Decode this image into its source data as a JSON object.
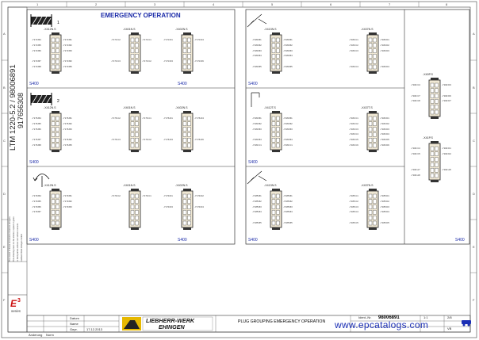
{
  "column_numbers": [
    "1",
    "2",
    "3",
    "4",
    "5",
    "6",
    "7",
    "8"
  ],
  "row_letters": [
    "A",
    "B",
    "C",
    "D",
    "E",
    "F"
  ],
  "drawing_number": "LTM 1220-5.2 / 98006891",
  "sub_number": "917656308",
  "title": "EMERGENCY OPERATION",
  "section_numbers": [
    "1",
    "2"
  ],
  "section_label": "S400",
  "connectors": {
    "p1a": {
      "id": "-X412N.S",
      "left": [
        "-Y173.B4",
        "-Y173.B5",
        "-Y173.B6",
        "",
        "-Y173.B7",
        "-Y173.B8"
      ],
      "right": [
        "-Y173.B1",
        "-Y173.B2",
        "-Y173.B3",
        "",
        "-Y173.B2",
        "-Y173.B5"
      ]
    },
    "p1b": {
      "id": "-X401N.S",
      "left": [
        "-Y173.C2",
        "",
        "",
        "",
        "-Y173.C3",
        ""
      ],
      "right": [
        "-Y173.C1",
        "",
        "",
        "",
        "-Y173.C2",
        ""
      ]
    },
    "p1c": {
      "id": "-X402N.S",
      "left": [
        "-Y173.D1",
        "",
        "",
        "",
        "-Y173.D3",
        ""
      ],
      "right": [
        "-Y173.D4",
        "",
        "",
        "",
        "-Y173.D6",
        ""
      ]
    },
    "p2a": {
      "id": "-X412N.S",
      "left": [
        "-Y176.B4",
        "-Y176.B5",
        "-Y176.B6",
        "",
        "-Y176.B7",
        "-Y176.B8"
      ],
      "right": [
        "-Y176.B1",
        "-Y176.B2",
        "-Y176.B3",
        "",
        "-Y176.B2",
        "-Y176.B5"
      ]
    },
    "p2b": {
      "id": "-X401N.S",
      "left": [
        "-Y176.C2",
        "",
        "",
        "",
        "-Y176.C3",
        ""
      ],
      "right": [
        "-Y176.C1",
        "",
        "",
        "",
        "-Y176.C2",
        ""
      ]
    },
    "p2c": {
      "id": "-X402N.S",
      "left": [
        "-Y176.D1",
        "",
        "",
        "",
        "-Y176.D3",
        ""
      ],
      "right": [
        "-Y176.D4",
        "",
        "",
        "",
        "-Y176.D6",
        ""
      ]
    },
    "p3a": {
      "id": "-X412N.S",
      "left": [
        "-Y179.B4",
        "-Y179.B5",
        "-Y179.B6",
        "-Y179.B7",
        "",
        ""
      ],
      "right": [
        "-Y179.B1",
        "-Y179.B2",
        "-Y179.B3",
        "",
        "",
        ""
      ]
    },
    "p3b": {
      "id": "-X401N.S",
      "left": [
        "-Y179.C2",
        "",
        "",
        "",
        "",
        ""
      ],
      "right": [
        "-Y179.C1",
        "",
        "",
        "",
        "",
        ""
      ]
    },
    "p3c": {
      "id": "-X402N.S",
      "left": [
        "-Y179.D1",
        "",
        "-Y179.D3",
        "",
        "",
        ""
      ],
      "right": [
        "-Y179.D2",
        "",
        "-Y179.D4",
        "",
        "",
        ""
      ]
    },
    "q1a": {
      "id": "-X413N.S",
      "left": [
        "-Y180.B1",
        "-Y180.B2",
        "-Y180.B3",
        "-Y180.B4",
        "",
        "-Y180.B5"
      ],
      "right": [
        "-Y180.B1",
        "-Y180.B2",
        "-Y180.B3",
        "-Y180.B4",
        "",
        "-Y180.B5"
      ]
    },
    "q1b": {
      "id": "-X437N.S",
      "left": [
        "-Y180.C1",
        "-Y180.C2",
        "-Y180.C3",
        "",
        "",
        "-Y180.C4"
      ],
      "right": [
        "-Y180.D1",
        "-Y180.D2",
        "-Y180.D3",
        "",
        "",
        "-Y180.D4"
      ]
    },
    "q2a": {
      "id": "-X412T.S",
      "left": [
        "-Y183.B1",
        "-Y183.B2",
        "-Y183.B3",
        "",
        "-Y183.B4",
        "-Y183.C1"
      ],
      "right": [
        "-Y183.B1",
        "-Y183.B2",
        "-Y183.B3",
        "",
        "-Y183.B4",
        "-Y183.C1"
      ]
    },
    "q2b": {
      "id": "-X437T.S",
      "left": [
        "-Y183.C1",
        "-Y183.C2",
        "-Y183.C3",
        "-Y183.C4",
        "-Y183.C5",
        "-Y183.C6"
      ],
      "right": [
        "-Y183.D1",
        "-Y183.D2",
        "-Y183.D3",
        "-Y183.D4",
        "-Y183.D5",
        "-Y183.D6"
      ]
    },
    "q3a": {
      "id": "-X413N.S",
      "left": [
        "-Y185.B1",
        "-Y185.B2",
        "-Y185.B3",
        "-Y185.B4",
        "",
        "-Y185.B5"
      ],
      "right": [
        "-Y185.B1",
        "-Y185.B2",
        "-Y185.B3",
        "-Y185.B4",
        "",
        "-Y185.B5"
      ]
    },
    "q3b": {
      "id": "-X437N.S",
      "left": [
        "-Y185.C1",
        "-Y185.C2",
        "-Y185.C3",
        "-Y185.C4",
        "",
        "-Y185.C5"
      ],
      "right": [
        "-Y185.D1",
        "-Y185.D2",
        "-Y185.D3",
        "-Y185.D4",
        "",
        "-Y185.D5"
      ]
    },
    "r1": {
      "id": "-X40P.S",
      "left": [
        "-Y182.C4",
        "",
        "-Y182.C7",
        "-Y182.C8",
        "",
        ""
      ],
      "right": [
        "-Y182.D3",
        "",
        "-Y182.D6",
        "-Y182.D7",
        "",
        ""
      ]
    },
    "r2": {
      "id": "-X41P.S",
      "left": [
        "-Y182.C4",
        "-Y182.C5",
        "",
        "",
        "-Y182.A7",
        "-Y182.A8"
      ],
      "right": [
        "-Y182.D1",
        "-Y182.D2",
        "",
        "",
        "-Y182.A8",
        ""
      ]
    }
  },
  "side_notes": [
    "The owner of these documents reserves all rights.",
    "This drawing must not be altered, copied or given",
    "to third parties without our written consent.",
    "Liebherr-Werk Ehingen GmbH"
  ],
  "logo": {
    "line1": "E",
    "sup": "3",
    "line2": "series"
  },
  "company": {
    "line1": "LIEBHERR-WERK",
    "line2": "EHINGEN"
  },
  "drawing_title": "PLUG GROUPING EMERGENCY OPERATION",
  "ident_label": "Ident.-Nr.",
  "ident_value": "98006891",
  "watermark": "www.epcatalogs.com",
  "tb_labels": {
    "datum": "Datum",
    "name": "Name",
    "gepr": "Gepr.",
    "norm": "Norm",
    "aenderung": "Änderung"
  },
  "tb_values": {
    "date1": "17.12.2013",
    "scale": "1:1",
    "sheet": "2/8",
    "edition": "VB"
  },
  "colors": {
    "line": "#333333",
    "blue": "#1a2aa8",
    "connector": "#f0e8d4",
    "watermark": "#1b2fb5"
  }
}
